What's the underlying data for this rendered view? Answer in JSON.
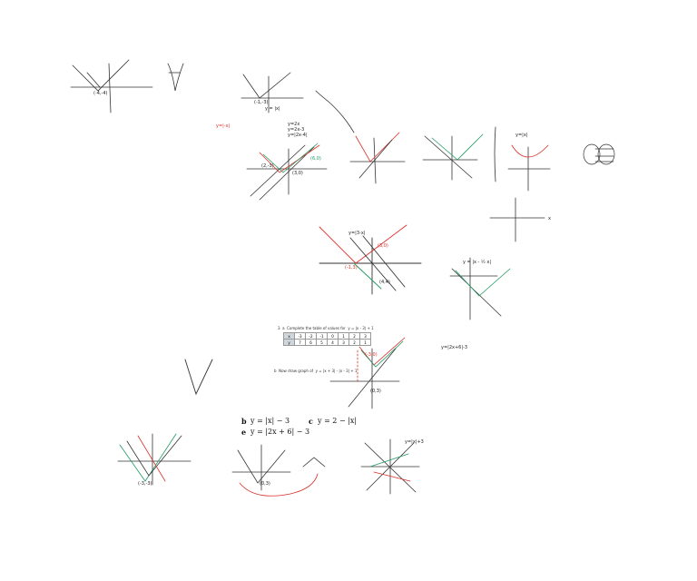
{
  "colors": {
    "ink": "#333333",
    "red": "#d9302a",
    "green": "#1f9a62",
    "purple": "#7a3fb0"
  },
  "notes": {
    "n1": "(-4,-4)",
    "n2": "(-1,-3)",
    "n3": "y = |x|",
    "n4": "y=2x\ny=2x-3\ny=|2x-4|",
    "n5": "y=|-x|",
    "n6": "(2,-3)",
    "n7": "(3,0)",
    "n8": "(6,0)",
    "n9": "y=|3-x|",
    "n10": "(3,0)",
    "n11": "(-1,3)",
    "n12": "(4,4)",
    "n13": "y = |x - ½ x|",
    "n14": "y=|x|",
    "n15": "x",
    "n16": "y=|2x+6|-3",
    "n17": "(-3,0)",
    "n18": "(0,3)",
    "n19": "y=|x|+3",
    "n20": "(-3,-3)",
    "n21": "(0,3)"
  },
  "question": {
    "line1": "3  a  Complete the table of values for  y = |x - 3| + 1",
    "line2": "b  Now draw graph of  y = |x + 3| - |x - 3| + 1",
    "table_head": [
      "x",
      "-3",
      "-2",
      "-1",
      "0",
      "1",
      "2",
      "3"
    ],
    "table_row": [
      "y",
      "7",
      "6",
      "5",
      "4",
      "3",
      "2",
      "1"
    ]
  },
  "exercise": {
    "b": "b",
    "b_expr": "y = |x| − 3",
    "c": "c",
    "c_expr": "y = 2 − |x|",
    "e": "e",
    "e_expr": "y = |2x + 6| − 3"
  }
}
